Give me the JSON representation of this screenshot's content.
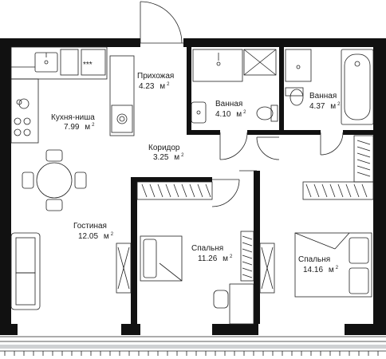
{
  "rooms": [
    {
      "name": "Прихожая",
      "area": "4.23",
      "unit": "м"
    },
    {
      "name": "Кухня-ниша",
      "area": "7.99",
      "unit": "м"
    },
    {
      "name": "Ванная",
      "area": "4.10",
      "unit": "м"
    },
    {
      "name": "Ванная",
      "area": "4.37",
      "unit": "м"
    },
    {
      "name": "Коридор",
      "area": "3.25",
      "unit": "м"
    },
    {
      "name": "Гостиная",
      "area": "12.05",
      "unit": "м"
    },
    {
      "name": "Спальня",
      "area": "11.26",
      "unit": "м"
    },
    {
      "name": "Спальня",
      "area": "14.16",
      "unit": "м"
    }
  ],
  "superscript": "2",
  "stove_marks": "***",
  "colors": {
    "wall": "#111111",
    "window": "#cfd1d3"
  }
}
